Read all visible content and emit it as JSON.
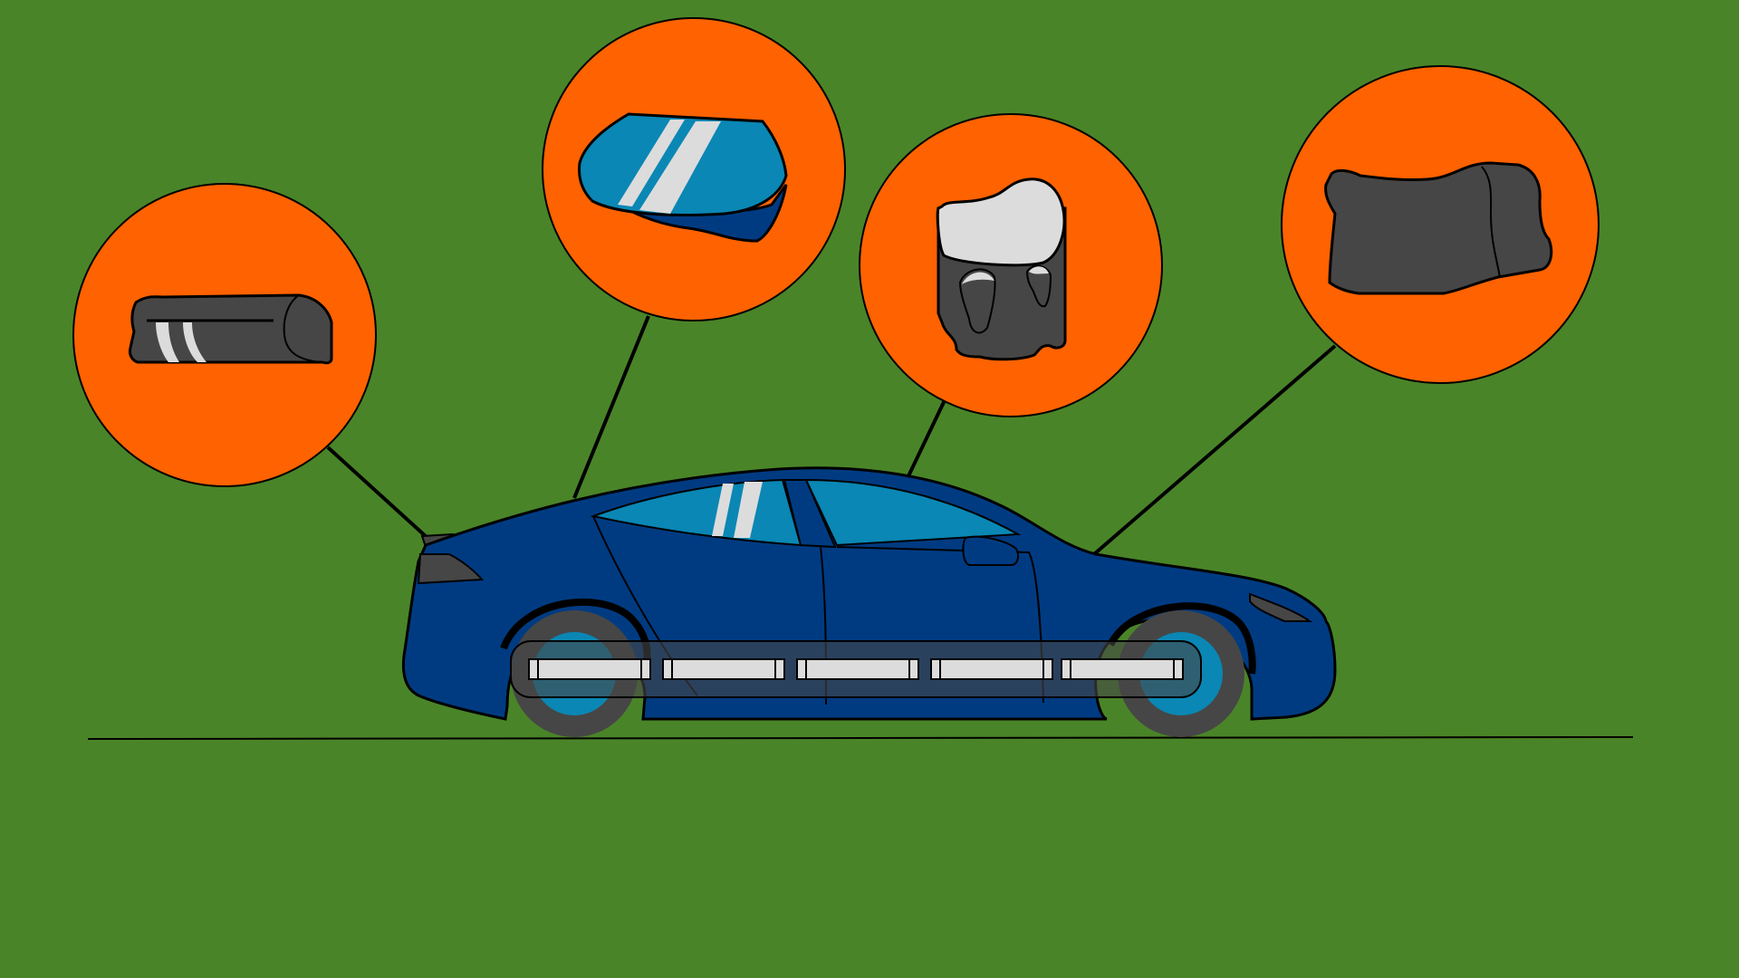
{
  "colors": {
    "background": "#4a8428",
    "callout_fill": "#ff6200",
    "car_body": "#003b82",
    "window_glass": "#0a87b4",
    "part_dark": "#464646",
    "part_light": "#dcdcdc",
    "outline": "#000000"
  },
  "diagram": {
    "subject": "car",
    "callouts": [
      {
        "id": "rear-light",
        "icon": "taillight-part-icon"
      },
      {
        "id": "glass",
        "icon": "window-glass-part-icon"
      },
      {
        "id": "seat",
        "icon": "seat-part-icon"
      },
      {
        "id": "engine",
        "icon": "engine-block-part-icon"
      }
    ],
    "battery_cells": 5
  }
}
